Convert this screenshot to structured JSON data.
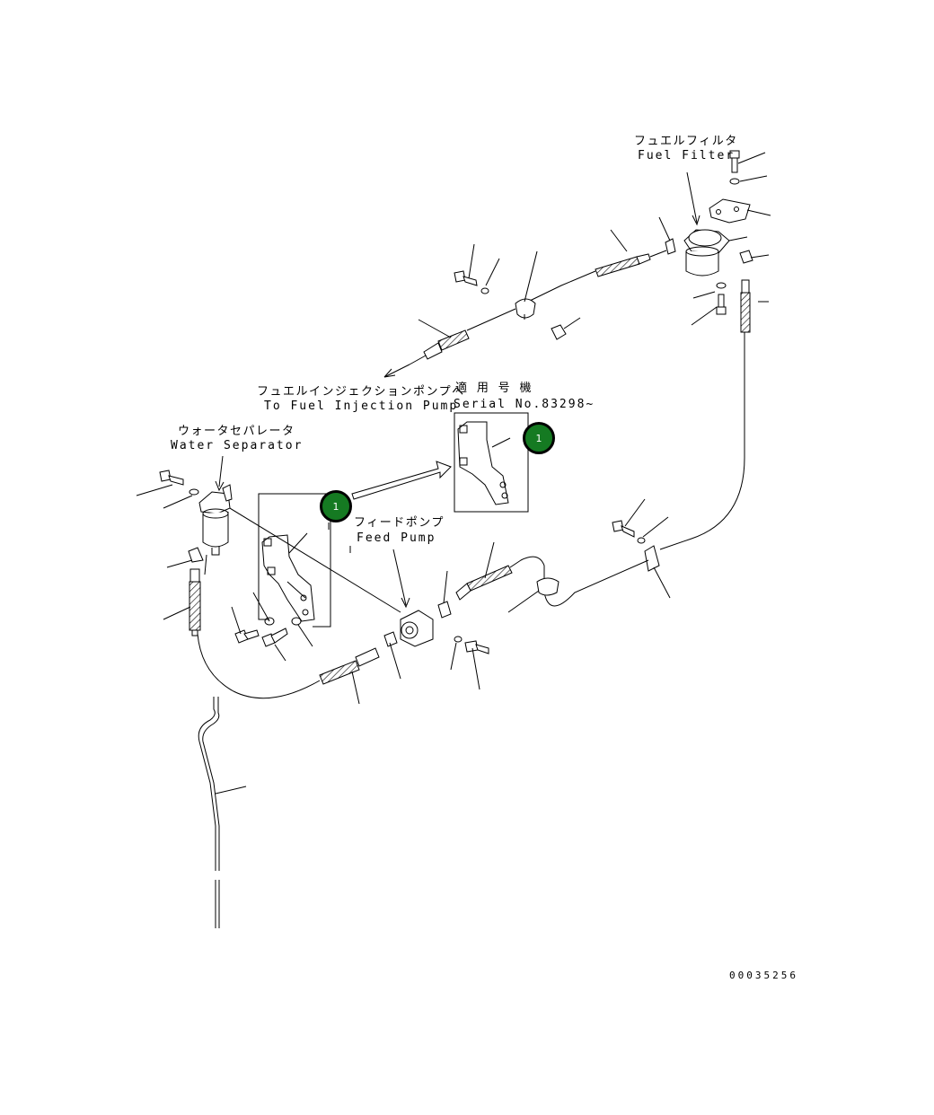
{
  "labels": {
    "fuel_filter_jp": "フュエルフィルタ",
    "fuel_filter_en": "Fuel Filter",
    "injection_pump_jp": "フュエルインジェクションポンプへ",
    "injection_pump_en": "To Fuel Injection Pump",
    "serial_jp": "適 用 号 機",
    "serial_en": "Serial No.83298~",
    "water_separator_jp": "ウォータセパレータ",
    "water_separator_en": "Water Separator",
    "feed_pump_jp": "フィードポンプ",
    "feed_pump_en": "Feed Pump"
  },
  "callouts": [
    {
      "id": "callout-main",
      "text": "1"
    },
    {
      "id": "callout-detail",
      "text": "1"
    }
  ],
  "document_number": "00035256",
  "colors": {
    "callout_fill": "#157a22",
    "line": "#000000",
    "background": "#ffffff"
  }
}
